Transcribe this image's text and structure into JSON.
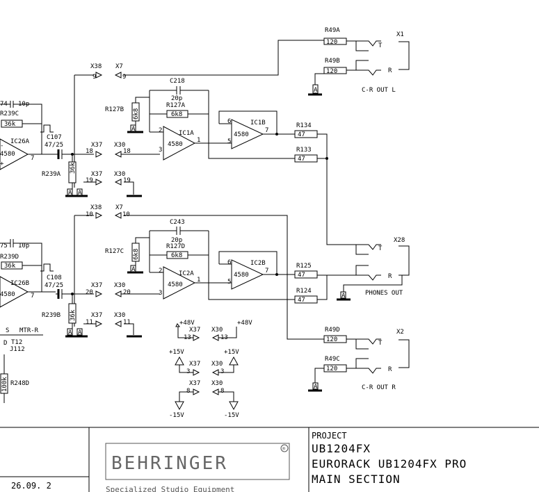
{
  "title_block": {
    "project_label": "PROJECT",
    "project_name": "UB1204FX",
    "project_desc": "EURORACK UB1204FX PRO",
    "section": "MAIN SECTION",
    "brand": "BEHRINGER",
    "brand_mark": "®",
    "tagline": "Specialized Studio Equipment",
    "date": "26.09. 2"
  },
  "outputs": {
    "cr_out_l": "C-R OUT L",
    "cr_out_r": "C-R OUT R",
    "phones_out": "PHONES OUT",
    "x1": "X1",
    "x2": "X2",
    "x28": "X28"
  },
  "top_channel": {
    "c218": "C218",
    "c218_val": "20p",
    "r127a": "R127A",
    "r127a_val": "6k8",
    "r127b": "R127B",
    "r127b_val": "6k8",
    "ic1a": "IC1A",
    "ic1a_type": "4580",
    "ic1b": "IC1B",
    "ic1b_type": "4580",
    "r134": "R134",
    "r134_val": "47",
    "r133": "R133",
    "r133_val": "47",
    "r49a": "R49A",
    "r49a_val": "120",
    "r49b": "R49B",
    "r49b_val": "120",
    "c107": "C107",
    "c107_val": "47/25",
    "r239a": "R239A",
    "r239a_val": "36k",
    "r239c": "R239C",
    "r239c_val": "36k",
    "ic26a": "IC26A",
    "ic26a_type": "4580",
    "cap_val": "10p",
    "x38": "X38",
    "x7": "X7",
    "x37_a": "X37",
    "x30_a": "X30",
    "x37_b": "X37",
    "x30_b": "X30",
    "pin_18a": "18",
    "pin_18b": "18",
    "pin_19a": "19",
    "pin_19b": "19",
    "pin_9a": "9",
    "pin_9b": "9",
    "ref_74": "74"
  },
  "bottom_channel": {
    "c243": "C243",
    "c243_val": "20p",
    "r127d": "R127D",
    "r127d_val": "6k8",
    "r127c": "R127C",
    "r127c_val": "6k8",
    "ic2a": "IC2A",
    "ic2a_type": "4580",
    "ic2b": "IC2B",
    "ic2b_type": "4580",
    "r125": "R125",
    "r125_val": "47",
    "r124": "R124",
    "r124_val": "47",
    "r49d": "R49D",
    "r49d_val": "120",
    "r49c": "R49C",
    "r49c_val": "120",
    "c108": "C108",
    "c108_val": "47/25",
    "r239b": "R239B",
    "r239b_val": "36k",
    "r239d": "R239D",
    "r239d_val": "36k",
    "ic26b": "IC26B",
    "ic26b_type": "4580",
    "cap_val": "10p",
    "x38": "X38",
    "x7": "X7",
    "x37_a": "X37",
    "x30_a": "X30",
    "x37_b": "X37",
    "x30_b": "X30",
    "pin_20a": "20",
    "pin_20b": "20",
    "pin_11a": "11",
    "pin_11b": "11",
    "pin_10a": "10",
    "pin_10b": "10",
    "ref_75": "75"
  },
  "power": {
    "p48a": "+48V",
    "p48b": "+48V",
    "p15a": "+15V",
    "p15b": "+15V",
    "m15a": "-15V",
    "m15b": "-15V",
    "x37_13": "X37",
    "x30_13": "X30",
    "x37_3": "X37",
    "x30_3": "X30",
    "x37_8": "X37",
    "x30_8": "X30",
    "pin13a": "13",
    "pin13b": "13",
    "pin3a": "3",
    "pin3b": "3",
    "pin8a": "8",
    "pin8b": "8"
  },
  "misc": {
    "mtr_r": "MTR-R",
    "t12": "T12",
    "j112": "J112",
    "r248d": "R248D",
    "r248d_val": "100k",
    "s_label": "S",
    "d_label": "D",
    "pin1": "1",
    "pin2": "2",
    "pin3": "3",
    "pin5": "5",
    "pin6": "6",
    "pin7": "7",
    "minus": "-",
    "plus": "+",
    "t_tag": "T",
    "r_tag": "R",
    "a_tag": "A"
  }
}
